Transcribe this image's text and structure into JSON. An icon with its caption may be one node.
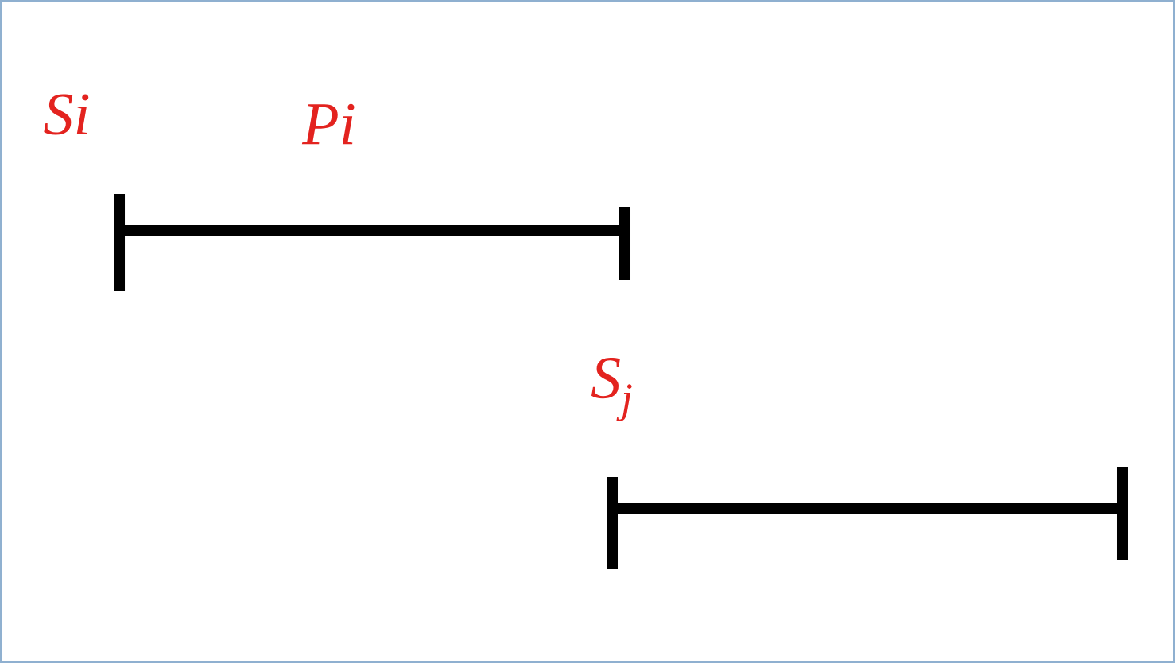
{
  "diagram": {
    "labels": [
      "Si",
      "Pi",
      "S$_{j}$"
    ]
  }
}
